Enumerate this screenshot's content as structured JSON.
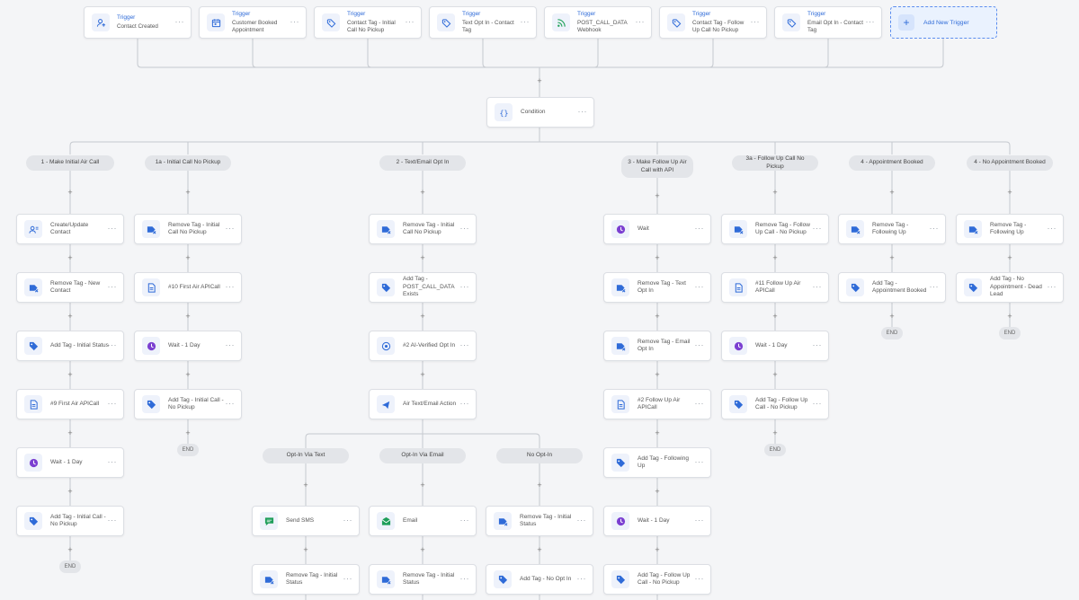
{
  "colors": {
    "trigger_title": "#2f6bd8",
    "accent_blue": "#2f6bd8",
    "wait_purple": "#7b3fd1",
    "sms_green": "#1e9e5a",
    "webhook_green": "#22a35b",
    "connector": "#c5c9cf"
  },
  "triggers": [
    {
      "title": "Trigger",
      "desc": "Contact Created",
      "icon": "user-plus-icon"
    },
    {
      "title": "Trigger",
      "desc": "Customer Booked Appointment",
      "icon": "calendar-icon"
    },
    {
      "title": "Trigger",
      "desc": "Contact Tag - Initial Call No Pickup",
      "icon": "tag-outline-icon"
    },
    {
      "title": "Trigger",
      "desc": "Text Opt In - Contact Tag",
      "icon": "tag-outline-icon"
    },
    {
      "title": "Trigger",
      "desc": "POST_CALL_DATA Webhook",
      "icon": "webhook-icon"
    },
    {
      "title": "Trigger",
      "desc": "Contact Tag - Follow Up Call No Pickup",
      "icon": "tag-outline-icon"
    },
    {
      "title": "Trigger",
      "desc": "Email Opt In - Contact Tag",
      "icon": "tag-outline-icon"
    }
  ],
  "add_trigger_label": "Add New Trigger",
  "condition_label": "Condition",
  "more_label": "···",
  "plus_label": "+",
  "end_label": "END",
  "branches": [
    {
      "label": "1 - Make Initial Air Call"
    },
    {
      "label": "1a - Initial Call No Pickup"
    },
    {
      "label": "2 - Text/Email Opt In"
    },
    {
      "label": "3 - Make Follow Up Air Call with API"
    },
    {
      "label": "3a - Follow Up Call No Pickup"
    },
    {
      "label": "4 - Appointment Booked"
    },
    {
      "label": "4 - No Appointment Booked"
    }
  ],
  "subbranches": [
    {
      "label": "Opt-In Via Text"
    },
    {
      "label": "Opt-In Via Email"
    },
    {
      "label": "No Opt-In"
    }
  ],
  "steps": {
    "b1": [
      {
        "label": "Create/Update Contact",
        "icon": "contact-card-icon"
      },
      {
        "label": "Remove Tag - New Contact",
        "icon": "tag-remove-icon"
      },
      {
        "label": "Add Tag - Initial Status",
        "icon": "tag-icon"
      },
      {
        "label": "#9 First Air APICall",
        "icon": "document-icon"
      },
      {
        "label": "Wait - 1 Day",
        "icon": "clock-icon"
      },
      {
        "label": "Add Tag - Initial Call - No Pickup",
        "icon": "tag-icon"
      }
    ],
    "b1a": [
      {
        "label": "Remove Tag - Initial Call No Pickup",
        "icon": "tag-remove-icon"
      },
      {
        "label": "#10 First Air APICall",
        "icon": "document-icon"
      },
      {
        "label": "Wait - 1 Day",
        "icon": "clock-icon"
      },
      {
        "label": "Add Tag - Initial Call - No Pickup",
        "icon": "tag-icon"
      }
    ],
    "b2": [
      {
        "label": "Remove Tag - Initial Call No Pickup",
        "icon": "tag-remove-icon"
      },
      {
        "label": "Add Tag - POST_CALL_DATA Exists",
        "icon": "tag-icon"
      },
      {
        "label": "#2 AI-Verified Opt In",
        "icon": "ai-icon"
      },
      {
        "label": "Air Text/Email Action",
        "icon": "action-icon"
      }
    ],
    "sub_text": [
      {
        "label": "Send SMS",
        "icon": "sms-icon"
      },
      {
        "label": "Remove Tag - Initial Status",
        "icon": "tag-remove-icon"
      }
    ],
    "sub_email": [
      {
        "label": "Email",
        "icon": "email-icon"
      },
      {
        "label": "Remove Tag - Initial Status",
        "icon": "tag-remove-icon"
      }
    ],
    "sub_none": [
      {
        "label": "Remove Tag - Initial Status",
        "icon": "tag-remove-icon"
      },
      {
        "label": "Add Tag - No Opt In",
        "icon": "tag-icon"
      }
    ],
    "b3": [
      {
        "label": "Wait",
        "icon": "clock-icon"
      },
      {
        "label": "Remove Tag - Text Opt In",
        "icon": "tag-remove-icon"
      },
      {
        "label": "Remove Tag - Email Opt In",
        "icon": "tag-remove-icon"
      },
      {
        "label": "#2 Follow Up Air APICall",
        "icon": "document-icon"
      },
      {
        "label": "Add Tag - Following Up",
        "icon": "tag-icon"
      },
      {
        "label": "Wait - 1 Day",
        "icon": "clock-icon"
      },
      {
        "label": "Add Tag - Follow Up Call - No Pickup",
        "icon": "tag-icon"
      }
    ],
    "b3a": [
      {
        "label": "Remove Tag - Follow Up Call - No Pickup",
        "icon": "tag-remove-icon"
      },
      {
        "label": "#11 Follow Up Air APICall",
        "icon": "document-icon"
      },
      {
        "label": "Wait - 1 Day",
        "icon": "clock-icon"
      },
      {
        "label": "Add Tag - Follow Up Call - No Pickup",
        "icon": "tag-icon"
      }
    ],
    "b4": [
      {
        "label": "Remove Tag - Following Up",
        "icon": "tag-remove-icon"
      },
      {
        "label": "Add Tag - Appointment Booked",
        "icon": "tag-icon"
      }
    ],
    "b4n": [
      {
        "label": "Remove Tag - Following Up",
        "icon": "tag-remove-icon"
      },
      {
        "label": "Add Tag - No Appointment - Dead Lead",
        "icon": "tag-icon"
      }
    ]
  }
}
